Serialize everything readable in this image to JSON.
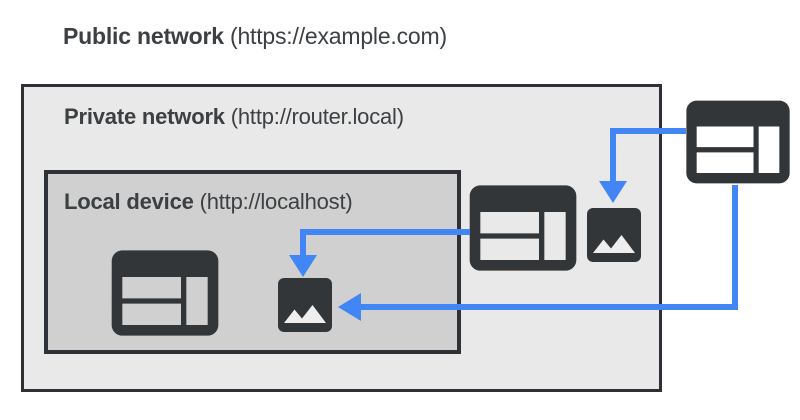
{
  "title": {
    "bold": "Public network",
    "rest": " (https://example.com)"
  },
  "boxes": {
    "private_network": {
      "label_bold": "Private network",
      "label_rest": " (http://router.local)"
    },
    "local_device": {
      "label_bold": "Local device",
      "label_rest": " (http://localhost)"
    }
  },
  "icons": [
    {
      "name": "local-browser-icon",
      "glyph": "browser-window",
      "location": "local-device"
    },
    {
      "name": "local-image-icon",
      "glyph": "image",
      "location": "local-device"
    },
    {
      "name": "private-browser-icon",
      "glyph": "browser-window",
      "location": "private-network"
    },
    {
      "name": "private-image-icon",
      "glyph": "image",
      "location": "private-network"
    },
    {
      "name": "public-browser-icon",
      "glyph": "browser-window",
      "location": "public-network"
    }
  ],
  "arrows": [
    {
      "name": "private-browser-to-local-image",
      "from": "private-browser-icon",
      "to": "local-image-icon"
    },
    {
      "name": "public-browser-to-private-image",
      "from": "public-browser-icon",
      "to": "private-image-icon"
    },
    {
      "name": "public-browser-to-local-image",
      "from": "public-browser-icon",
      "to": "local-image-icon"
    }
  ],
  "colors": {
    "page_bg": "#ffffff",
    "text": "#3c4043",
    "icon": "#333639",
    "border": "#2e3236",
    "private_bg": "#e9e9e9",
    "local_bg": "#d0d0d0",
    "arrow": "#4285f4",
    "image_cutout": "#eeeeee"
  }
}
